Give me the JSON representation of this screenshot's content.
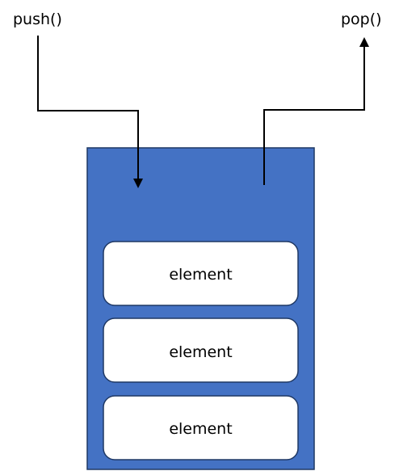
{
  "labels": {
    "push": "push()",
    "pop": "pop()"
  },
  "stack": {
    "elements": [
      {
        "label": "element"
      },
      {
        "label": "element"
      },
      {
        "label": "element"
      }
    ]
  },
  "colors": {
    "container_fill": "#4472C4",
    "container_stroke": "#1F3864",
    "element_fill": "#FFFFFF",
    "element_stroke": "#1F3864",
    "line": "#000000",
    "text": "#000000"
  }
}
